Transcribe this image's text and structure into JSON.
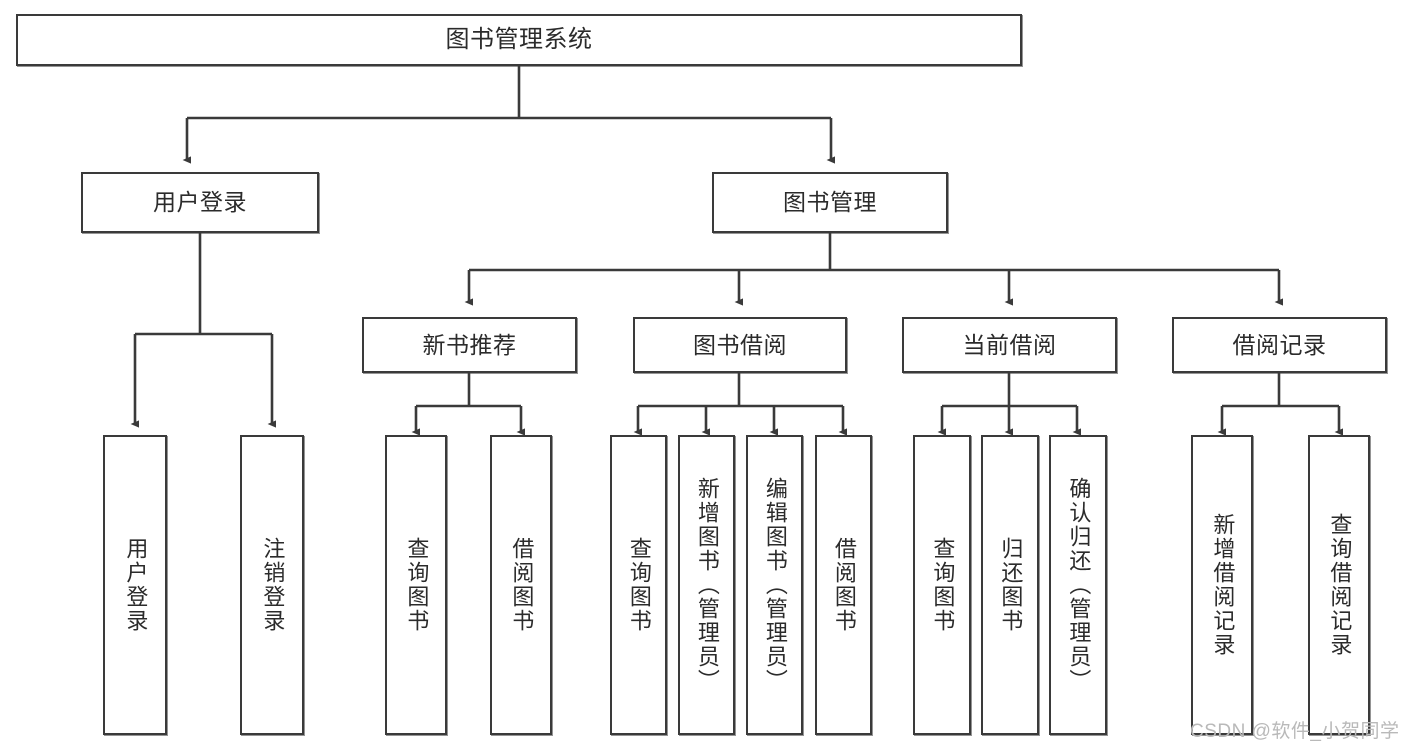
{
  "diagram": {
    "title": "图书管理系统",
    "orientation": "top-down tree",
    "watermark": "CSDN @软件_小贺同学",
    "colors": {
      "background": "#ffffff",
      "box_border": "#3a3a3a",
      "box_fill": "#ffffff",
      "text": "#2b2b2b",
      "edge": "#3a3a3a",
      "watermark": "#b9b9b9"
    },
    "nodes": {
      "root": {
        "label": "图书管理系统"
      },
      "level1": [
        {
          "label": "用户登录"
        },
        {
          "label": "图书管理"
        }
      ],
      "level2": [
        {
          "label": "新书推荐"
        },
        {
          "label": "图书借阅"
        },
        {
          "label": "当前借阅"
        },
        {
          "label": "借阅记录"
        }
      ],
      "leaves": {
        "user_login": [
          {
            "label": "用户登录"
          },
          {
            "label": "注销登录"
          }
        ],
        "new_book_recommend": [
          {
            "label": "查询图书"
          },
          {
            "label": "借阅图书"
          }
        ],
        "book_borrow": [
          {
            "label": "查询图书"
          },
          {
            "label": "新增图书（管理员）"
          },
          {
            "label": "编辑图书（管理员）"
          },
          {
            "label": "借阅图书"
          }
        ],
        "current_borrow": [
          {
            "label": "查询图书"
          },
          {
            "label": "归还图书"
          },
          {
            "label": "确认归还（管理员）"
          }
        ],
        "borrow_record": [
          {
            "label": "新增借阅记录"
          },
          {
            "label": "查询借阅记录"
          }
        ]
      }
    }
  }
}
